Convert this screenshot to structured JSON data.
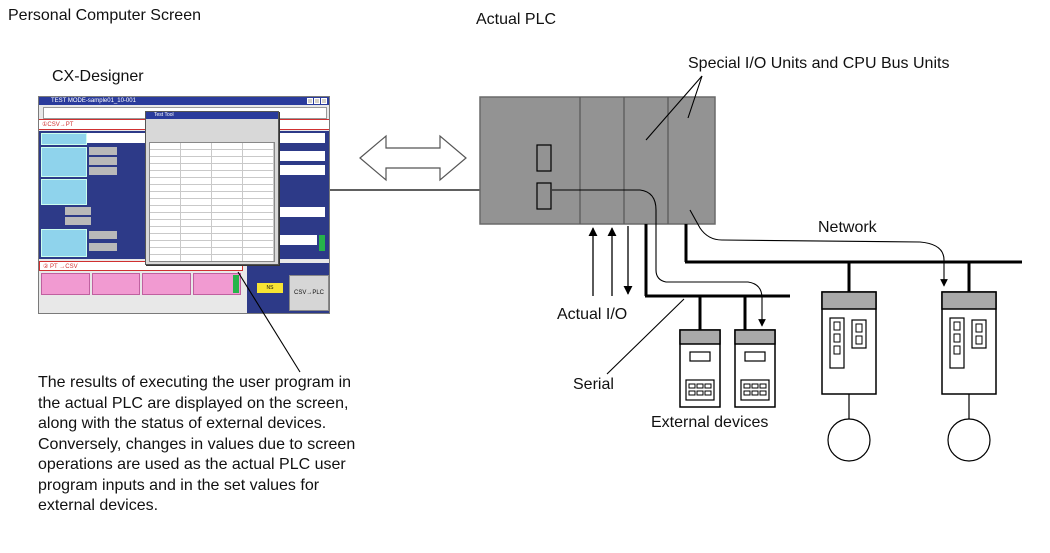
{
  "labels": {
    "pc_screen": "Personal Computer Screen",
    "actual_plc": "Actual PLC",
    "cx_designer": "CX-Designer",
    "special_units": "Special I/O Units and CPU Bus Units",
    "network": "Network",
    "actual_io": "Actual I/O",
    "serial": "Serial",
    "external_devices": "External devices"
  },
  "caption_lines": [
    "The results of executing the user program in",
    "the actual PLC are displayed on the screen,",
    "along with the status of external devices.",
    "Conversely, changes in values due to screen",
    "operations are used as the actual PLC user",
    "program inputs and in the set values for",
    "external devices."
  ],
  "screenshot": {
    "window_title": "TEST MODE-sample01_10-001",
    "top_panel": "①CSV→PT",
    "bottom_panel": "② PT →CSV",
    "csv_button": "CSV→PLC",
    "yellow_label": "NS",
    "dialog_title": "Test Tool"
  },
  "colors": {
    "plc_body": "#939393",
    "plc_edge": "#6a6a6a",
    "device_head": "#a9a9a9",
    "line": "#000000"
  }
}
